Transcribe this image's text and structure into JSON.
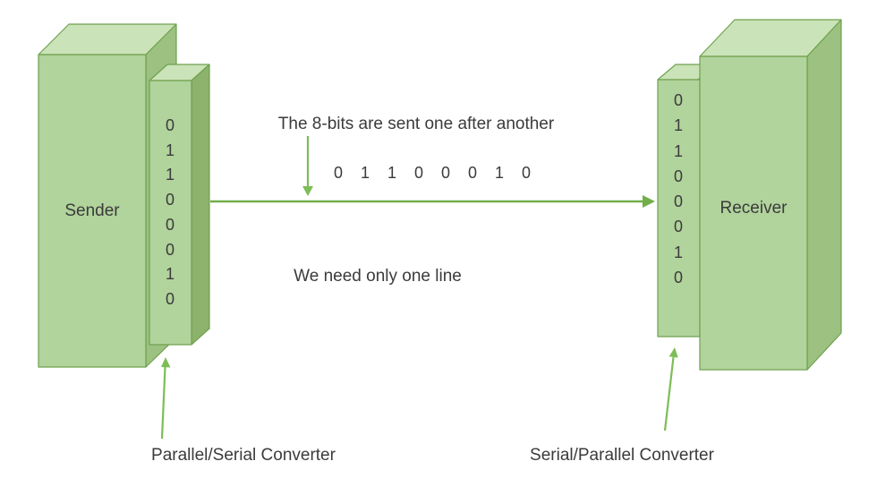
{
  "colors": {
    "background": "#ffffff",
    "face_front": "#b1d39c",
    "face_top": "#cbe3b8",
    "face_side": "#9cc180",
    "register_side": "#8cb26c",
    "border": "#6fa24e",
    "arrow": "#72ae4a",
    "arrow_bright": "#7cbd57",
    "text": "#3b3b3b"
  },
  "sender": {
    "label": "Sender",
    "bits": [
      "0",
      "1",
      "1",
      "0",
      "0",
      "0",
      "1",
      "0"
    ]
  },
  "receiver": {
    "label": "Receiver",
    "bits": [
      "0",
      "1",
      "1",
      "0",
      "0",
      "0",
      "1",
      "0"
    ]
  },
  "serial_bits": [
    "0",
    "1",
    "1",
    "0",
    "0",
    "0",
    "1",
    "0"
  ],
  "annotations": {
    "top_caption": "The 8-bits are sent one after another",
    "middle_caption": "We need only one line",
    "sender_converter": "Parallel/Serial Converter",
    "receiver_converter": "Serial/Parallel Converter"
  }
}
